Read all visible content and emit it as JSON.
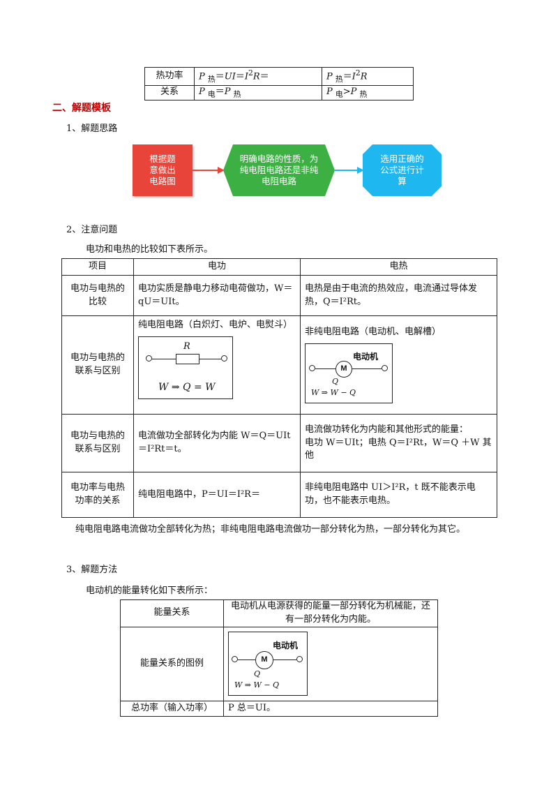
{
  "top_table": {
    "rows": [
      {
        "label": "热功率",
        "c1": "P 热 = UI = I²R =",
        "c2": "P 热 = I²R"
      },
      {
        "label": "关系",
        "c1": "P 电 = P 热",
        "c2": "P 电 > P 热"
      }
    ]
  },
  "section_title": "二、解题模板",
  "sub1": "1、解题思路",
  "flow": {
    "box1": "根据题意做出电路图",
    "box2": "明确电路的性质，为纯电阻电路还是非纯电阻电路",
    "box3": "选用正确的公式进行计算",
    "colors": {
      "box1": "#e8443a",
      "box2": "#3cb043",
      "box3": "#1fb7ef"
    }
  },
  "sub2": "2、注意问题",
  "intro2": "电功和电热的比较如下表所示。",
  "compare": {
    "headers": [
      "项目",
      "电功",
      "电热"
    ],
    "r1": {
      "label": "电功与电热的比较",
      "work": "电功实质是静电力移动电荷做功，W＝qU＝UIt。",
      "heat": "电热是由于电流的热效应，电流通过导体发热，Q＝I²Rt。"
    },
    "r2": {
      "label": "电功与电热的联系与区别",
      "work": "纯电阻电路（白炽灯、电炉、电熨斗）",
      "heat": "非纯电阻电路（电动机、电解槽）",
      "resistor_label": "R",
      "pure_eq": "W ⇒ Q = W",
      "motor_symbol": "M",
      "motor_label": "电动机",
      "motor_q": "Q",
      "motor_eq": "W ⇒ W − Q"
    },
    "r3": {
      "label": "电功与电热的联系与区别",
      "work": "电流做功全部转化为内能 W＝Q＝UIt＝I²Rt＝t。",
      "heat_l1": "电流做功转化为内能和其他形式的能量：",
      "heat_l2": "电功 W＝UIt；电热 Q＝I²Rt，W＝Q ＋W 其他"
    },
    "r4": {
      "label": "电功率与电热功率的关系",
      "work": "纯电阻电路中，P＝UI＝I²R＝",
      "heat": "非纯电阻电路中 UI＞I²R，t 既不能表示电功，也不能表示电热。"
    }
  },
  "note": "纯电阻电路电流做功全部转化为热；非纯电阻电路电流做功一部分转化为热，一部分转化为其它。",
  "sub3": "3、解题方法",
  "intro3": "电动机的能量转化如下表所示：",
  "motor_table": {
    "r1": {
      "label": "能量关系",
      "value": "电动机从电源获得的能量一部分转化为机械能，还有一部分转化为内能。"
    },
    "r2": {
      "label": "能量关系的图例"
    },
    "r3": {
      "label": "总功率（输入功率）",
      "value": "P 总＝UI。"
    }
  }
}
